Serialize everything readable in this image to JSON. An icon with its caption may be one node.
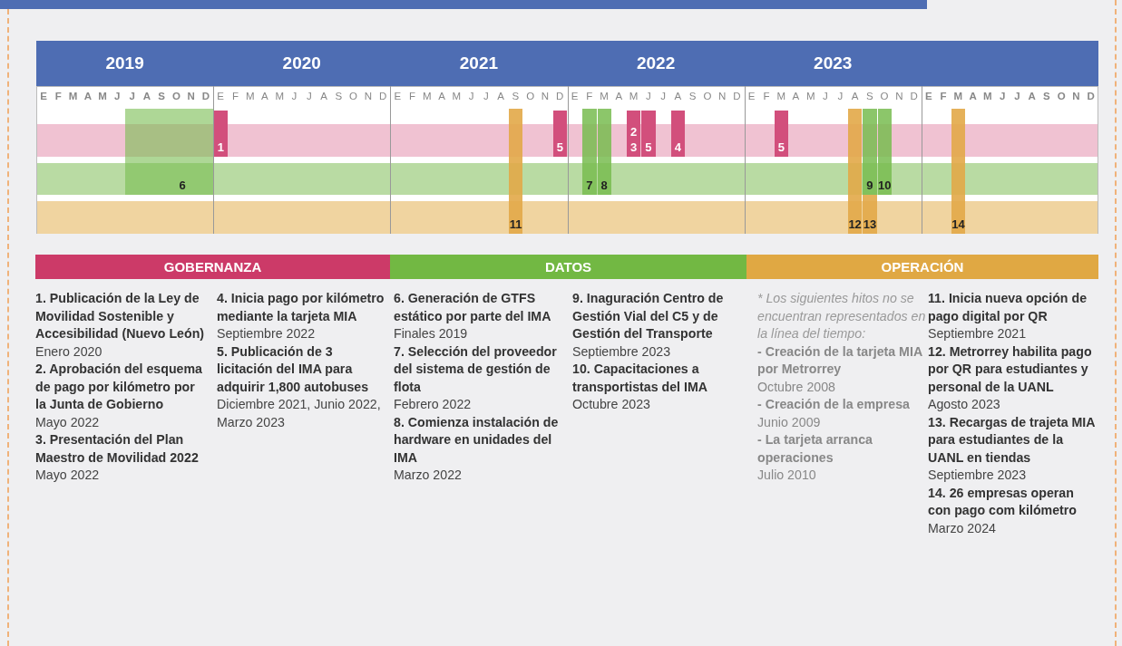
{
  "diagram": {
    "nodes": [
      {
        "text": [
          "6"
        ]
      },
      {
        "text": [
          "1"
        ]
      },
      {
        "text": [
          "11"
        ]
      },
      {
        "text": [
          "5"
        ]
      },
      {
        "text": [
          "7"
        ]
      },
      {
        "text": [
          "8"
        ]
      },
      {
        "text": [
          "2",
          "3"
        ]
      },
      {
        "text": [
          "5"
        ]
      },
      {
        "text": [
          "4"
        ]
      },
      {
        "text": [
          "5"
        ]
      },
      {
        "text": [
          "12"
        ]
      },
      {
        "text": [
          "9"
        ]
      },
      {
        "text": [
          "13"
        ]
      },
      {
        "text": [
          "10"
        ]
      },
      {
        "text": [
          "14"
        ]
      }
    ],
    "labels": [
      "2019",
      "2020",
      "2021",
      "2022",
      "2023",
      "E",
      "F",
      "M",
      "A",
      "M",
      "J",
      "J",
      "A",
      "S",
      "O",
      "N",
      "D",
      "E",
      "F",
      "M",
      "A",
      "M",
      "J",
      "J",
      "A",
      "S",
      "O",
      "N",
      "D",
      "E",
      "F",
      "M",
      "A",
      "M",
      "J",
      "J",
      "A",
      "S",
      "O",
      "N",
      "D",
      "E",
      "F",
      "M",
      "A",
      "M",
      "J",
      "J",
      "A",
      "S",
      "O",
      "N",
      "D",
      "E",
      "F",
      "M",
      "A",
      "M",
      "J",
      "J",
      "A",
      "S",
      "O",
      "N",
      "D",
      "E",
      "F",
      "M",
      "A",
      "M",
      "J",
      "J",
      "A",
      "S",
      "O",
      "N",
      "D",
      "GOBERNANZA",
      "DATOS",
      "OPERACIÓN",
      "1. Publicación de la Ley de Movilidad Sostenible y Accesibilidad (Nuevo León)",
      "Enero 2020",
      "2. Aprobación del esquema de pago por kilómetro por la Junta de Gobierno",
      "Mayo 2022",
      "3. Presentación del Plan Maestro de Movilidad 2022",
      "Mayo 2022",
      "4. Inicia pago por kilómetro mediante la tarjeta MIA",
      "Septiembre 2022",
      "5. Publicación de 3 licitación del IMA para adquirir 1,800 autobuses",
      "Diciembre 2021, Junio 2022, Marzo 2023",
      "6. Generación de GTFS estático por parte del IMA",
      "Finales 2019",
      "7. Selección del proveedor del sistema de gestión de flota",
      "Febrero 2022",
      "8. Comienza instalación de hardware en unidades del IMA",
      "Marzo 2022",
      "9. Inaguración Centro de Gestión Vial del C5 y de Gestión del Transporte",
      "Septiembre 2023",
      "10. Capacitaciones a transportistas del IMA",
      "Octubre 2023",
      "* Los siguientes hitos no se encuentran representados en la línea del tiempo:",
      "- Creación de la tarjeta MIA por Metrorrey",
      "Octubre 2008",
      "- Creación de la empresa",
      "Junio 2009",
      "- La tarjeta arranca operaciones",
      "Julio 2010",
      "11. Inicia nueva opción de pago digital por QR",
      "Septiembre 2021",
      "12. Metrorrey habilita pago por QR para estudiantes y personal de la UANL",
      "Agosto 2023",
      "13. Recargas de trajeta MIA para estudiantes de la UANL en tiendas",
      "Septiembre 2023",
      "14. 26 empresas operan con pago com kilómetro",
      "Marzo 2024"
    ]
  }
}
